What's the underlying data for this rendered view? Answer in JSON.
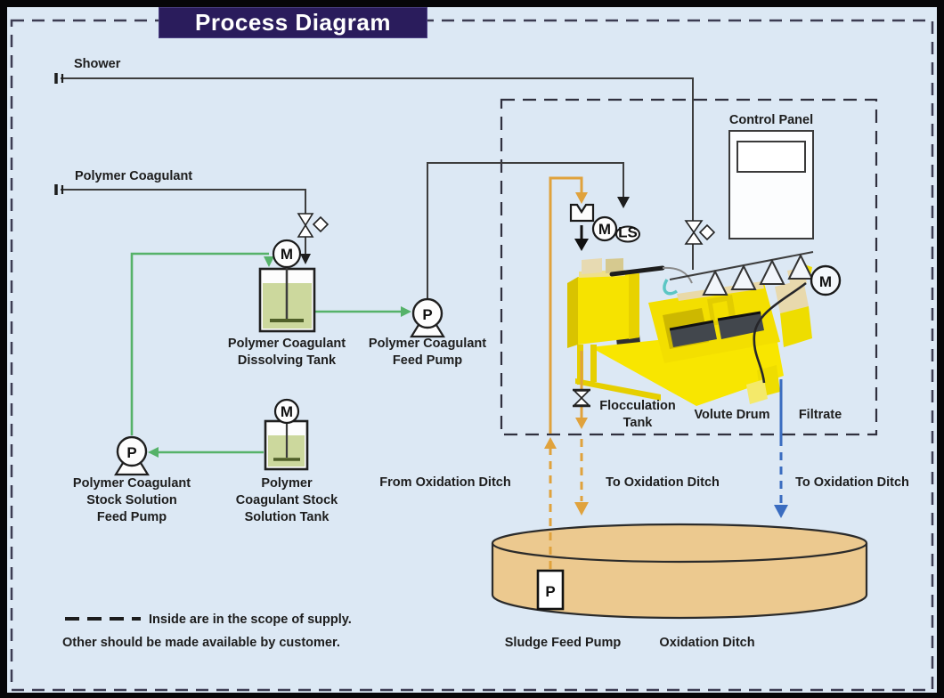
{
  "title": "Process Diagram",
  "legend": {
    "line1": "Inside are in the scope of supply.",
    "line2": "Other should be made available by customer."
  },
  "labels": {
    "shower": "Shower",
    "polymer_coagulant": "Polymer Coagulant",
    "dissolving_tank": [
      "Polymer Coagulant",
      "Dissolving Tank"
    ],
    "feed_pump": [
      "Polymer Coagulant",
      "Feed Pump"
    ],
    "stock_feed_pump": [
      "Polymer Coagulant",
      "Stock Solution",
      "Feed Pump"
    ],
    "stock_tank": [
      "Polymer",
      "Coagulant Stock",
      "Solution Tank"
    ],
    "control_panel": "Control Panel",
    "flocculation_tank": [
      "Flocculation",
      "Tank"
    ],
    "volute_drum": "Volute Drum",
    "filtrate": "Filtrate",
    "from_oxidation_ditch": "From Oxidation Ditch",
    "to_oxidation_ditch_left": "To Oxidation Ditch",
    "to_oxidation_ditch_right": "To Oxidation Ditch",
    "sludge_feed_pump": "Sludge Feed Pump",
    "oxidation_ditch": "Oxidation Ditch"
  },
  "symbols": {
    "motor": "M",
    "pump": "P",
    "level_switch": "LS"
  },
  "colors": {
    "background": "#dce8f4",
    "title_bg": "#2a1c5c",
    "line_green": "#56b269",
    "line_orange": "#e0a23c",
    "line_blue": "#3a6cc0",
    "machine_yellow": "#f5e100",
    "machine_tan": "#e8d9ad",
    "slot_gray": "#42474d",
    "ditch_fill": "#ecc98f",
    "tank_liquid": "#ccd89d",
    "pipe_dark": "#3d3d3d"
  }
}
